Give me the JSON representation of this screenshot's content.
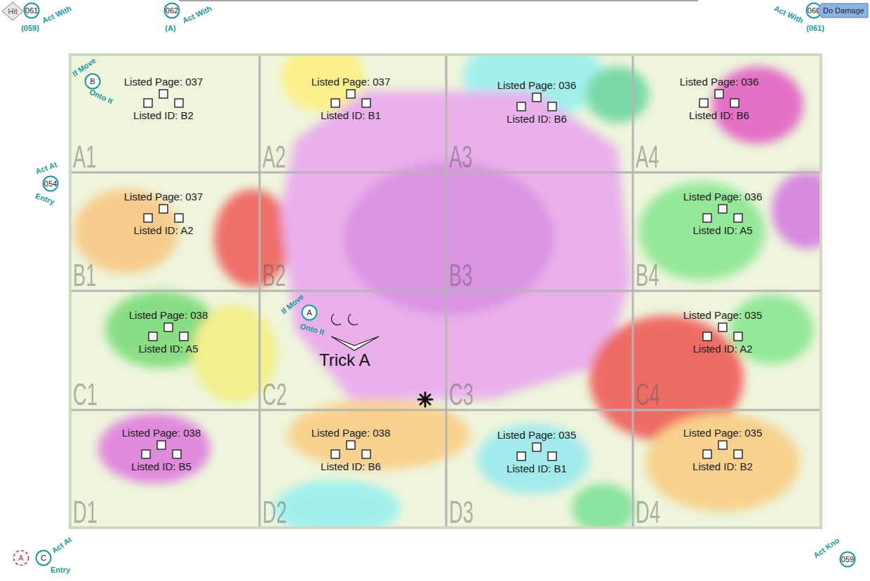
{
  "diagram": {
    "nodes": [
      {
        "text": [
          "Hit"
        ]
      },
      {
        "text": [
          "Act With",
          "061",
          "(059)"
        ]
      },
      {
        "text": [
          "Act With",
          "062",
          "(A)"
        ]
      },
      {
        "text": [
          "Act With",
          "060",
          "(061)"
        ]
      },
      {
        "text": [
          "Do Damage"
        ]
      },
      {
        "text": [
          "Listed Page: 037",
          "Listed ID: B2",
          "A1"
        ]
      },
      {
        "text": [
          "If Move",
          "B",
          "Onto It"
        ],
        "in": 5
      },
      {
        "text": [
          "Listed Page: 037",
          "Listed ID: B1",
          "A2"
        ]
      },
      {
        "text": [
          "Listed Page: 036",
          "Listed ID: B6",
          "A3"
        ]
      },
      {
        "text": [
          "Listed Page: 036",
          "Listed ID: B6",
          "A4"
        ]
      },
      {
        "text": [
          "Act At",
          "054",
          "Entry"
        ]
      },
      {
        "text": [
          "Listed Page: 037",
          "Listed ID: A2",
          "B1"
        ]
      },
      {
        "text": [
          "B2"
        ]
      },
      {
        "text": [
          "B3"
        ]
      },
      {
        "text": [
          "Listed Page: 036",
          "Listed ID: A5",
          "B4"
        ]
      },
      {
        "text": [
          "Listed Page: 038",
          "Listed ID: A5",
          "C1"
        ]
      },
      {
        "text": [
          "C2"
        ]
      },
      {
        "text": [
          "If Move",
          "A",
          "Onto It"
        ],
        "in": 16
      },
      {
        "text": [
          "C3"
        ]
      },
      {
        "text": [
          "Listed Page: 035",
          "Listed ID: A2",
          "C4"
        ]
      },
      {
        "text": [
          "Listed Page: 038",
          "Listed ID: B5",
          "D1"
        ]
      },
      {
        "text": [
          "Listed Page: 038",
          "Listed ID: B6",
          "D2"
        ]
      },
      {
        "text": [
          "Listed Page: 035",
          "Listed ID: B1",
          "D3"
        ]
      },
      {
        "text": [
          "Listed Page: 035",
          "Listed ID: B2",
          "D4"
        ]
      },
      {
        "text": [
          "A"
        ]
      },
      {
        "text": [
          "Act At",
          "C",
          "Entry"
        ]
      },
      {
        "text": [
          "Act Kno",
          "059"
        ]
      }
    ],
    "labels": [
      "Trick A"
    ]
  }
}
